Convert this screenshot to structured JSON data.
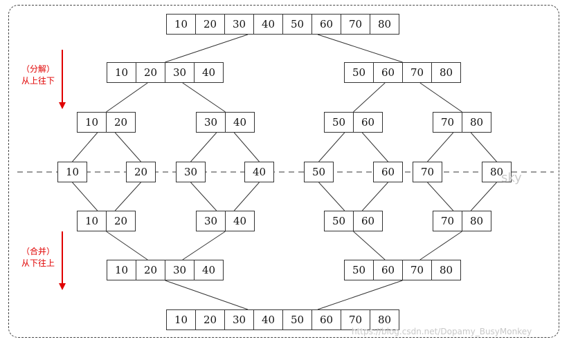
{
  "rows": [
    {
      "id": "row-top",
      "groups": [
        [
          "10",
          "20",
          "30",
          "40",
          "50",
          "60",
          "70",
          "80"
        ]
      ]
    },
    {
      "id": "row-split-1",
      "groups": [
        [
          "10",
          "20",
          "30",
          "40"
        ],
        [
          "50",
          "60",
          "70",
          "80"
        ]
      ]
    },
    {
      "id": "row-split-2",
      "groups": [
        [
          "10",
          "20"
        ],
        [
          "30",
          "40"
        ],
        [
          "50",
          "60"
        ],
        [
          "70",
          "80"
        ]
      ]
    },
    {
      "id": "row-singles",
      "groups": [
        [
          "10"
        ],
        [
          "20"
        ],
        [
          "30"
        ],
        [
          "40"
        ],
        [
          "50"
        ],
        [
          "60"
        ],
        [
          "70"
        ],
        [
          "80"
        ]
      ]
    },
    {
      "id": "row-merge-1",
      "groups": [
        [
          "10",
          "20"
        ],
        [
          "30",
          "40"
        ],
        [
          "50",
          "60"
        ],
        [
          "70",
          "80"
        ]
      ]
    },
    {
      "id": "row-merge-2",
      "groups": [
        [
          "10",
          "20",
          "30",
          "40"
        ],
        [
          "50",
          "60",
          "70",
          "80"
        ]
      ]
    },
    {
      "id": "row-bottom",
      "groups": [
        [
          "10",
          "20",
          "30",
          "40",
          "50",
          "60",
          "70",
          "80"
        ]
      ]
    }
  ],
  "labels": {
    "divide_title": "（分解）",
    "divide_subtitle": "从上往下",
    "merge_title": "（合并）",
    "merge_subtitle": "从下往上"
  },
  "watermarks": {
    "sky": "sky",
    "url": "https://blog.csdn.net/Dopamy_BusyMonkey"
  },
  "colors": {
    "arrow": "#e00000",
    "line": "#333333",
    "label": "#e00000"
  }
}
